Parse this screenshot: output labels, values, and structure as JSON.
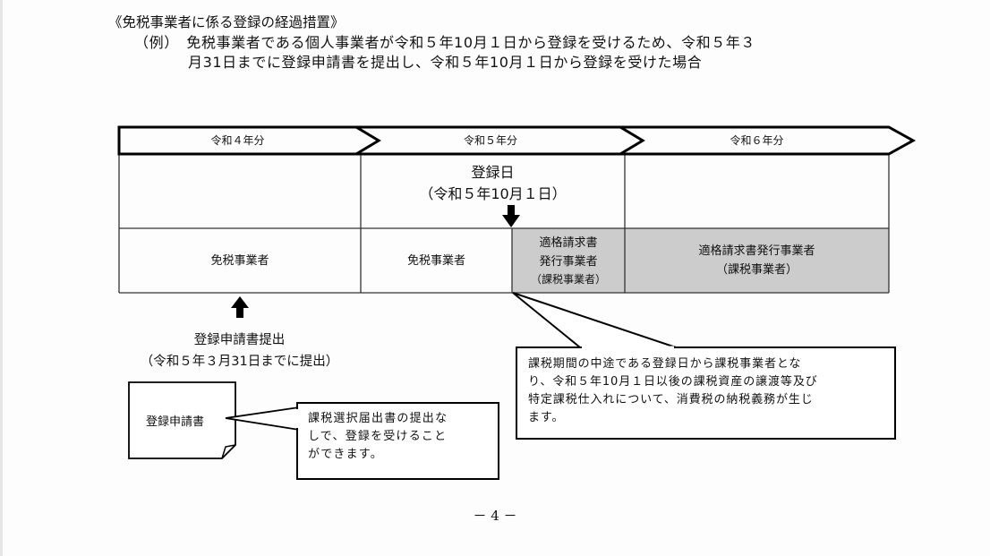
{
  "document": {
    "section_title": "《免税事業者に係る登録の経過措置》",
    "example_line1": "（例）　免税事業者である個人事業者が令和５年10月１日から登録を受けるため、令和５年３",
    "example_line2": "月31日までに登録申請書を提出し、令和５年10月１日から登録を受けた場合",
    "page_number": "－ 4 －"
  },
  "timeline": {
    "periods": [
      "令和４年分",
      "令和５年分",
      "令和６年分"
    ],
    "registration_date_label": "登録日",
    "registration_date_value": "（令和５年10月１日）",
    "status_row": [
      {
        "text": "免税事業者",
        "shaded": false
      },
      {
        "text": "免税事業者",
        "shaded": false
      },
      {
        "lines": [
          "適格請求書",
          "発行事業者",
          "（課税事業者）"
        ],
        "shaded": true
      },
      {
        "lines": [
          "適格請求書発行事業者",
          "（課税事業者）"
        ],
        "shaded": true
      }
    ],
    "shade_color": "#cccccc"
  },
  "application": {
    "label": "登録申請書提出",
    "deadline": "（令和５年３月31日までに提出）",
    "document_icon_label": "登録申請書"
  },
  "callouts": {
    "left": [
      "課税選択届出書の提出な",
      "しで、登録を受けること",
      "ができます。"
    ],
    "right": [
      "課税期間の中途である登録日から課税事業者とな",
      "り、令和５年10月１日以後の課税資産の譲渡等及び",
      "特定課税仕入れについて、消費税の納税義務が生じ",
      "ます。"
    ]
  }
}
